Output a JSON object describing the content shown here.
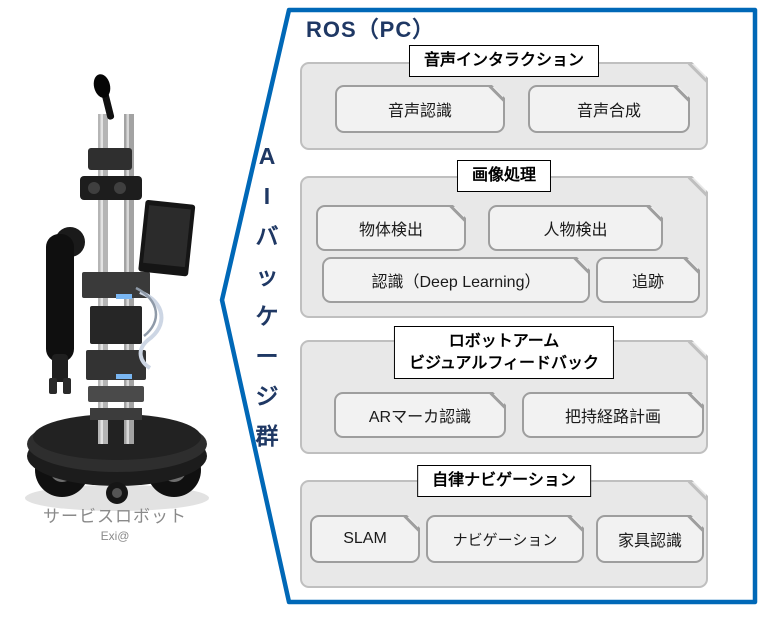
{
  "figure": {
    "robot": {
      "caption": "サービスロボット",
      "subcaption": "Exi@"
    },
    "ros": {
      "title": "ROS（PC）",
      "side_label": "AIパッケージ群",
      "side_chars": [
        "A",
        "I",
        "バ",
        "ッ",
        "ケ",
        "ー",
        "ジ",
        "群"
      ],
      "groups": [
        {
          "title_lines": [
            "音声インタラクション"
          ],
          "blocks": [
            "音声認識",
            "音声合成"
          ]
        },
        {
          "title_lines": [
            "画像処理"
          ],
          "blocks": [
            "物体検出",
            "人物検出",
            "認識（Deep Learning）",
            "追跡"
          ]
        },
        {
          "title_lines": [
            "ロボットアーム",
            "ビジュアルフィードバック"
          ],
          "blocks": [
            "ARマーカ認識",
            "把持経路計画"
          ]
        },
        {
          "title_lines": [
            "自律ナビゲーション"
          ],
          "blocks": [
            "SLAM",
            "ナビゲーション",
            "家具認識"
          ]
        }
      ]
    },
    "colors": {
      "outline_blue": "#0068B7",
      "heading_navy": "#1F3864",
      "container_gray": "#E8E8E8",
      "block_gray": "#F2F2F2",
      "border_gray": "#9E9E9E",
      "label_border_black": "#000000"
    }
  }
}
